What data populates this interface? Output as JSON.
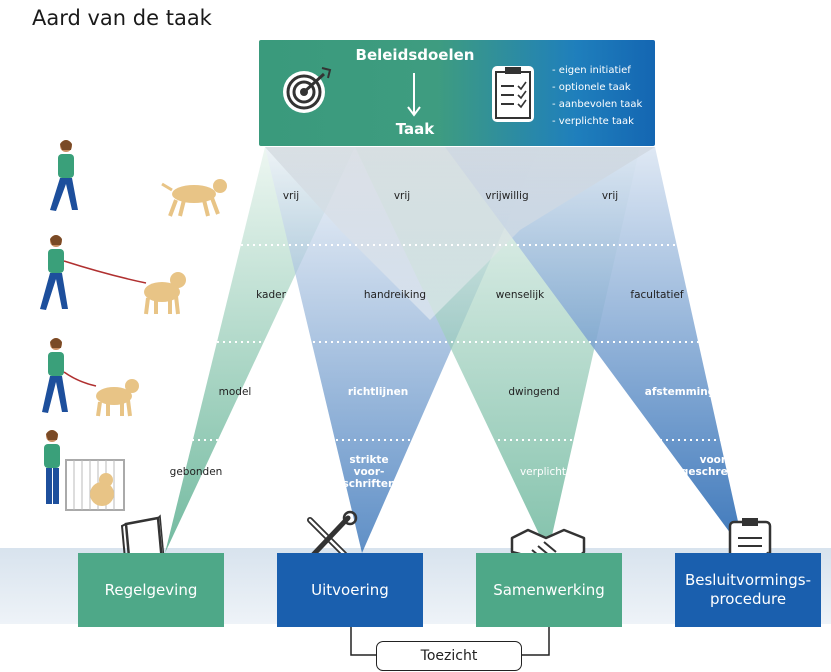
{
  "title": "Aard van de taak",
  "top": {
    "title": "Beleidsdoelen",
    "subtitle": "Taak",
    "list": [
      "- eigen initiatief",
      "- optionele taak",
      "- aanbevolen taak",
      "- verplichte taak"
    ]
  },
  "rows": [
    {
      "c1": "vrij",
      "c2": "vrij",
      "c3": "vrijwillig",
      "c4": "vrij"
    },
    {
      "c1": "kader",
      "c2": "handreiking",
      "c3": "wenselijk",
      "c4": "facultatief"
    },
    {
      "c1": "model",
      "c2": "richtlijnen",
      "c3": "dwingend",
      "c4": "afstemming"
    },
    {
      "c1": "gebonden",
      "c2": "strikte voor- schriften",
      "c3": "verplicht",
      "c4": "voor- geschreven"
    }
  ],
  "boxes": {
    "regelgeving": "Regelgeving",
    "uitvoering": "Uitvoering",
    "samenwerking": "Samenwerking",
    "besluit": "Besluitvormings- procedure"
  },
  "toezicht": "Toezicht",
  "colors": {
    "green": "#4ea888",
    "blue": "#1a5fae",
    "green_light": "#cfe8dc",
    "blue_light": "#b9cde8"
  },
  "icons": [
    "target-icon",
    "clipboard-icon",
    "book-icon",
    "tools-icon",
    "handshake-icon",
    "gavel-document-icon",
    "person-walking-icon",
    "dog-icon",
    "dog-cage-icon"
  ]
}
